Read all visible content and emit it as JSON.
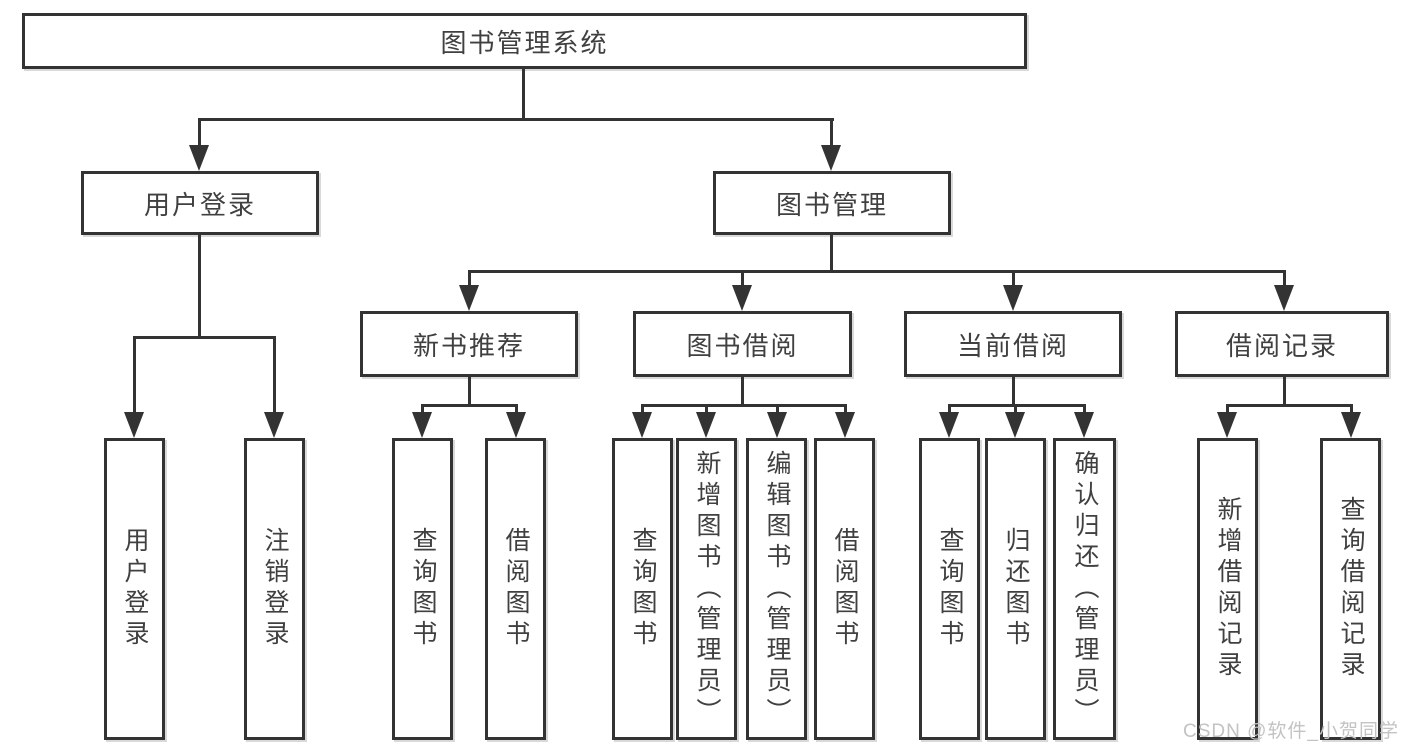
{
  "tree": {
    "root": "图书管理系统",
    "branches": {
      "user_login": "用户登录",
      "book_mgmt": "图书管理"
    },
    "modules": {
      "new_rec": "新书推荐",
      "borrow": "图书借阅",
      "current": "当前借阅",
      "records": "借阅记录"
    },
    "leaves": {
      "user_login": "用户登录",
      "logout": "注销登录",
      "rec_query": "查询图书",
      "rec_borrow": "借阅图书",
      "bor_query": "查询图书",
      "bor_add": "新增图书（管理员）",
      "bor_edit": "编辑图书（管理员）",
      "bor_borrow": "借阅图书",
      "cur_query": "查询图书",
      "cur_return": "归还图书",
      "cur_confirm": "确认归还（管理员）",
      "rec_add_record": "新增借阅记录",
      "rec_query_record": "查询借阅记录"
    }
  },
  "watermark": "CSDN @软件_小贺同学",
  "colors": {
    "line": "#333333",
    "text": "#404040",
    "watermark": "#c3c3c3",
    "background": "#ffffff"
  }
}
